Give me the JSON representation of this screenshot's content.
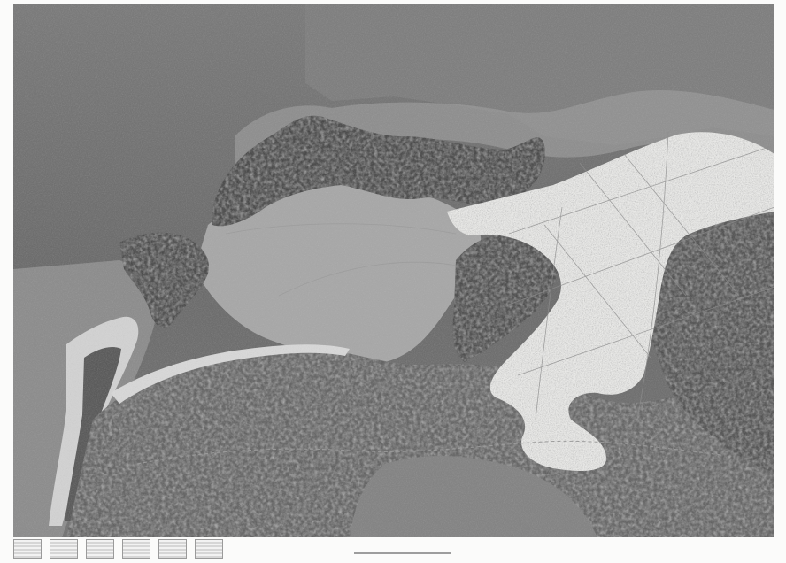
{
  "sheet": {
    "title": "",
    "corner_label": "",
    "scale_text": "",
    "publisher_note": "",
    "legend_caption": ""
  },
  "colors": {
    "deep_sea": "#717171",
    "shelf_sea": "#a4a4a4",
    "land_dark": "#414141",
    "land_mid": "#5c5c5c",
    "land_light": "#8b8b8b",
    "ice": "#e8e8e6",
    "coast_fringe": "#cfcfcf",
    "paper": "#fbfbfa"
  },
  "icons": [
    "graticule",
    "scale-bar",
    "legend-swatch"
  ]
}
